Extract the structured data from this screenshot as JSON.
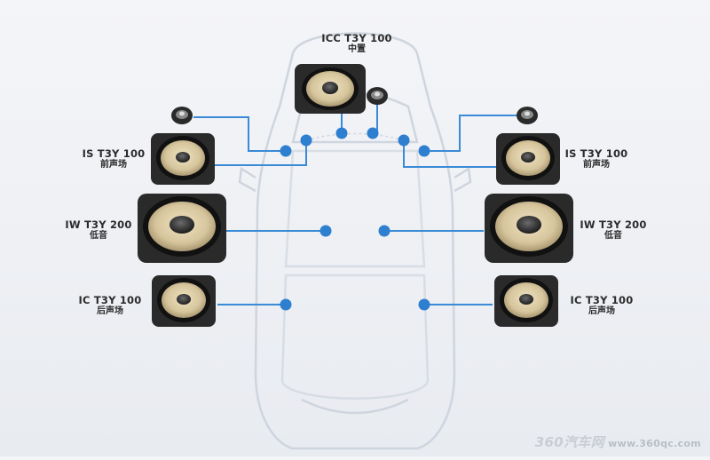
{
  "labels": {
    "center": {
      "title": "ICC T3Y 100",
      "sub": "中置"
    },
    "left_front": {
      "title": "IS T3Y 100",
      "sub": "前声场"
    },
    "right_front": {
      "title": "IS T3Y 100",
      "sub": "前声场"
    },
    "left_woofer": {
      "title": "IW T3Y 200",
      "sub": "低音"
    },
    "right_woofer": {
      "title": "IW T3Y 200",
      "sub": "低音"
    },
    "left_rear": {
      "title": "IC T3Y 100",
      "sub": "后声场"
    },
    "right_rear": {
      "title": "IC T3Y 100",
      "sub": "后声场"
    }
  },
  "watermark": {
    "brand": "360汽车网",
    "url": "www.360qc.com"
  },
  "colors": {
    "line": "#3a8ad6",
    "dot": "#2f7fd0",
    "car_outline": "#cfd5de",
    "cone": "#d6c59c",
    "frame": "#2a2a2a"
  }
}
